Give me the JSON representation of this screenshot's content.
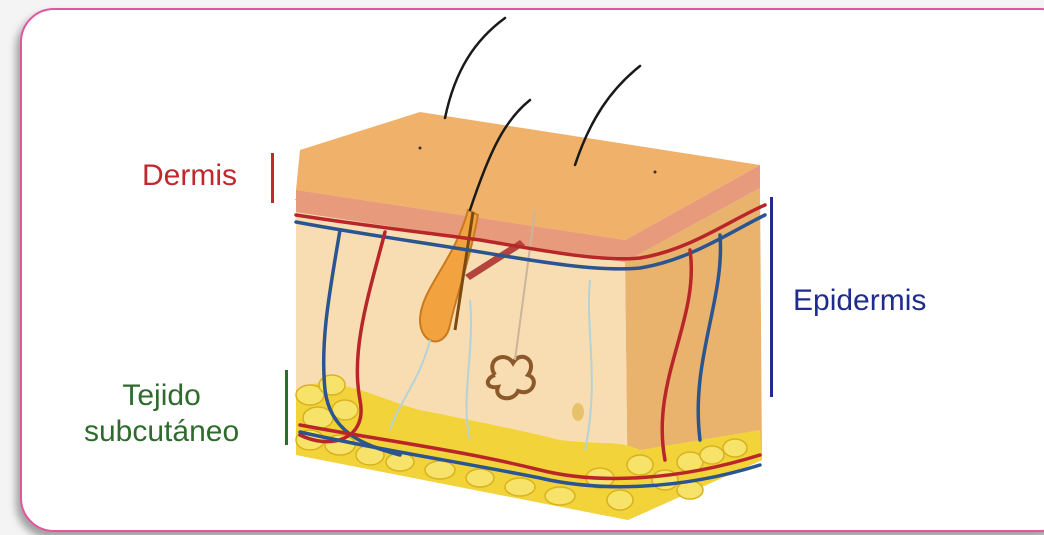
{
  "labels": {
    "dermis": "Dermis",
    "epidermis": "Epidermis",
    "tejido_line1": "Tejido",
    "tejido_line2": "subcutáneo"
  },
  "colors": {
    "frame": "#e0579e",
    "dermis": "#c1272d",
    "epidermis": "#1f2b8f",
    "tejido": "#2e6b2c",
    "skin_top": "#f0b26b",
    "skin_body": "#f8dcae",
    "fat": "#f3d33a"
  }
}
